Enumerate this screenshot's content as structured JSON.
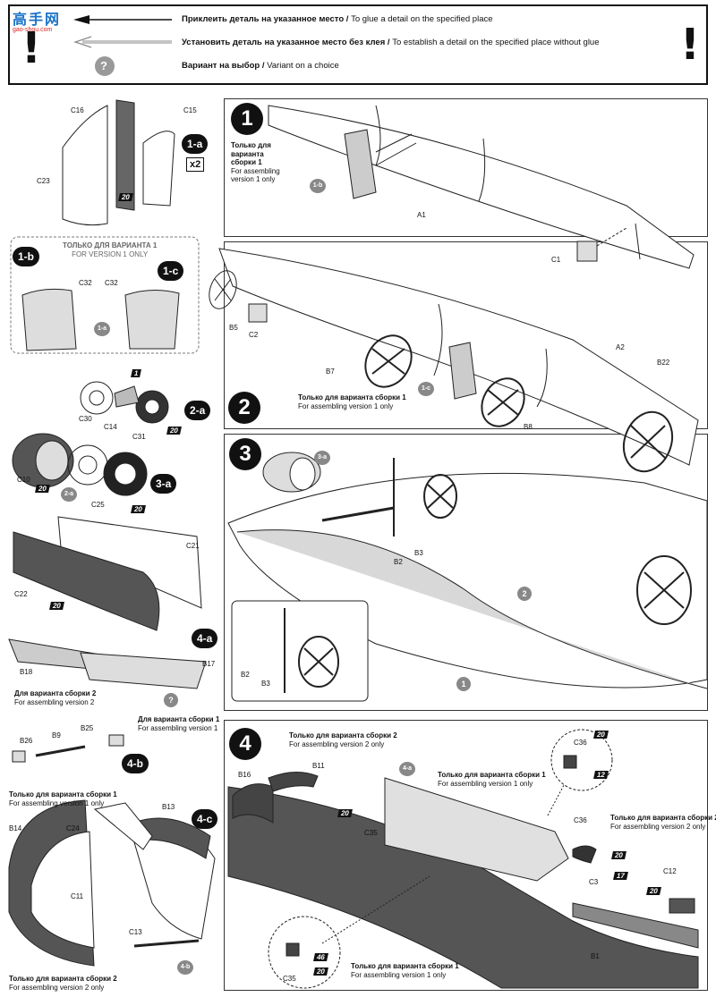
{
  "watermark": {
    "brand": "高手网",
    "site": "gao-shou.com"
  },
  "legend": {
    "excl_left": "!",
    "excl_right": "!",
    "question": "?",
    "rows": [
      {
        "ru": "Приклеить деталь на указанное место",
        "sep": "/",
        "en": "To glue a detail on the specified place"
      },
      {
        "ru": "Установить деталь на указанное место без клея",
        "sep": "/",
        "en": "To establish a detail on the specified place without glue"
      },
      {
        "ru": "Вариант на выбор",
        "sep": "/",
        "en": "Variant on a choice"
      }
    ]
  },
  "steps": {
    "s1": {
      "num": "1",
      "note_ru": "Только для варианта сборки 1",
      "note_en": "For assembling version  1 only"
    },
    "s2": {
      "num": "2",
      "note_ru": "Только для варианта сборки 1",
      "note_en": "For assembling version  1 only"
    },
    "s3": {
      "num": "3"
    },
    "s4": {
      "num": "4"
    }
  },
  "sub": {
    "s1a": "1-a",
    "s1b": "1-b",
    "s1c": "1-c",
    "s2a": "2-a",
    "s3a": "3-a",
    "s4a": "4-a",
    "s4b": "4-b",
    "s4c": "4-c",
    "x2": "x2"
  },
  "notes": {
    "v1_box_ru": "ТОЛЬКО ДЛЯ ВАРИАНТА 1",
    "v1_box_en": "FOR VERSION  1 ONLY",
    "v2_4a_ru": "Для варианта сборки 2",
    "v2_4a_en": "For assembling version 2",
    "v1_4a_ru": "Для варианта сборки 1",
    "v1_4a_en": "For assembling version 1",
    "v1_4c_ru": "Только для варианта сборки 1",
    "v1_4c_en": "For assembling version  1 only",
    "v2_4c_ru": "Только для варианта сборки 2",
    "v2_4c_en": "For assembling version 2 only",
    "s4_v2a_ru": "Только для варианта сборки 2",
    "s4_v2a_en": "For assembling version 2 only",
    "s4_v1a_ru": "Только для варианта сборки 1",
    "s4_v1a_en": "For assembling version  1 only",
    "s4_v2b_ru": "Только для варианта сборки 2",
    "s4_v2b_en": "For assembling version 2 only",
    "s4_v1b_ru": "Только для варианта сборки 1",
    "s4_v1b_en": "For assembling version  1 only"
  },
  "parts": {
    "C16": "C16",
    "C15": "C15",
    "C23": "C23",
    "C32a": "C32",
    "C32b": "C32",
    "C30": "C30",
    "C14": "C14",
    "C31": "C31",
    "C10": "C10",
    "C25": "C25",
    "C21": "C21",
    "C22": "C22",
    "B18": "B18",
    "B17": "B17",
    "B26": "B26",
    "B9": "B9",
    "B25": "B25",
    "B14": "B14",
    "B13": "B13",
    "C24": "C24",
    "C11": "C11",
    "C13": "C13",
    "A1": "A1",
    "C1": "C1",
    "B5": "B5",
    "C2": "C2",
    "A2": "A2",
    "B22": "B22",
    "B7": "B7",
    "B8": "B8",
    "B2": "B2",
    "B3": "B3",
    "B2b": "B2",
    "B3b": "B3",
    "B16": "B16",
    "B11": "B11",
    "C36": "C36",
    "C36b": "C36",
    "C35": "C35",
    "C35b": "C35",
    "C3": "C3",
    "C12": "C12",
    "B1": "B1"
  },
  "flags": {
    "f20": "20",
    "f1": "1",
    "f12": "12",
    "f17": "17",
    "f46": "46"
  },
  "refs": {
    "r1a": "1-a",
    "r2a": "2-a",
    "r3a": "3-a",
    "r4a": "4-a",
    "r4b": "4-b",
    "r1c": "1-c",
    "r1b": "1-b",
    "r1": "1",
    "r2": "2",
    "q": "?"
  }
}
